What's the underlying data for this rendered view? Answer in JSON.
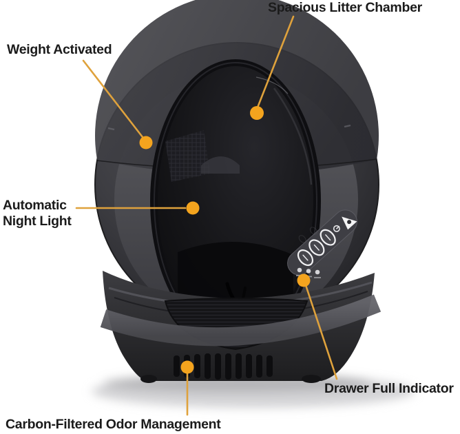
{
  "figure": {
    "type": "annotated-product-diagram",
    "background": "#ffffff"
  },
  "colors": {
    "accent_orange": "#F4A41E",
    "callout_line": "#DFA23C",
    "label_text": "#1B1B1B",
    "device_dark": "#28282B",
    "device_mid_gray": "#4C4C51",
    "device_light_band": "#56565B",
    "chamber_black": "#121215"
  },
  "annotations": [
    {
      "id": "spacious-litter-chamber",
      "label": "Spacious Litter Chamber"
    },
    {
      "id": "weight-activated",
      "label": "Weight Activated"
    },
    {
      "id": "automatic-night-light",
      "label": "Automatic\nNight Light"
    },
    {
      "id": "drawer-full-indicator",
      "label": "Drawer Full Indicator"
    },
    {
      "id": "carbon-filtered-odor-management",
      "label": "Carbon-Filtered Odor Management"
    }
  ],
  "device": {
    "control_panel": {
      "button_count": 3,
      "indicator_light_count": 3,
      "icons": [
        "notification-triangle-icon",
        "power-icon"
      ]
    },
    "features": [
      "globe-litter-chamber",
      "waste-drawer-vent",
      "carbon-filter-vent-slots"
    ]
  }
}
